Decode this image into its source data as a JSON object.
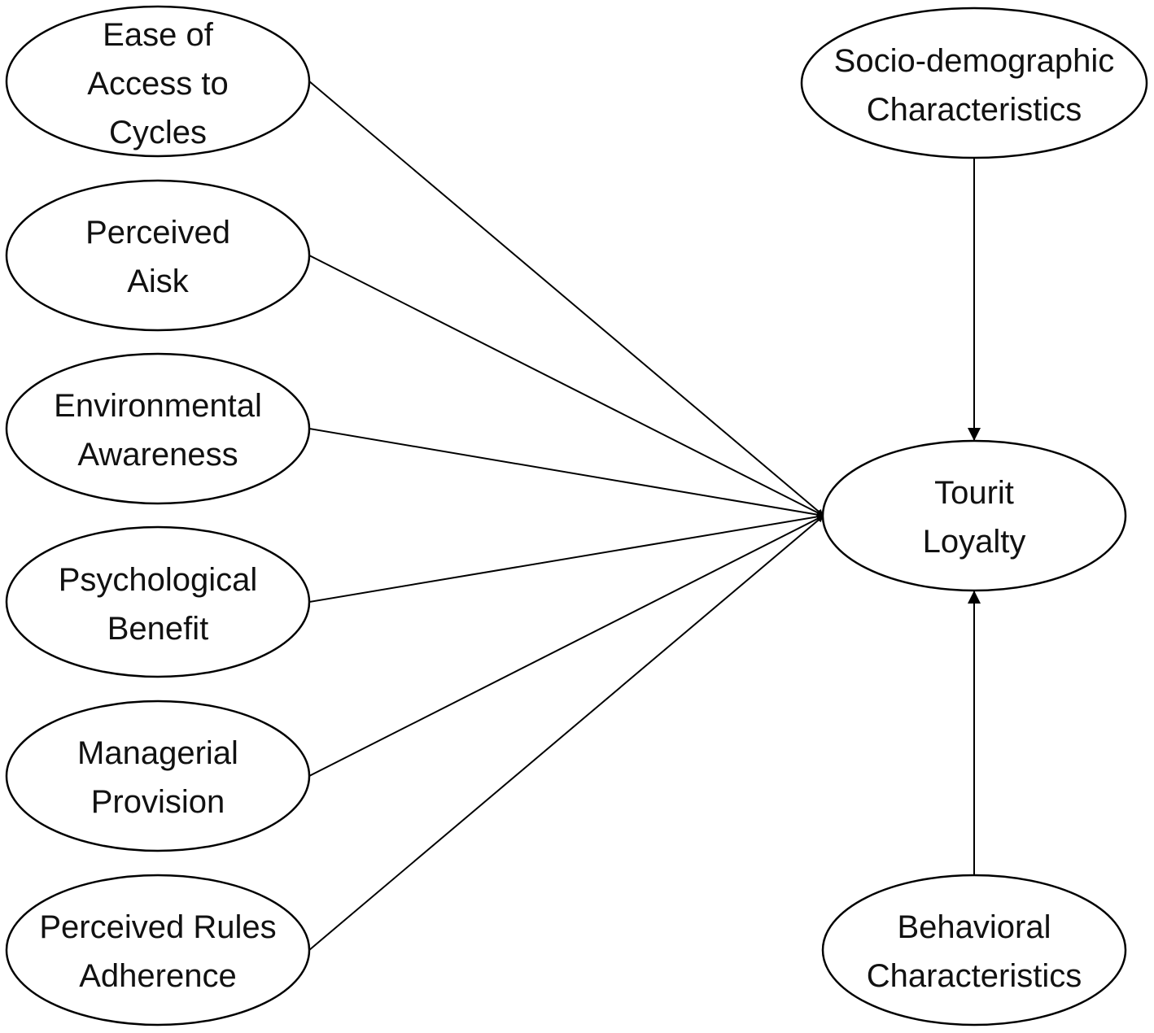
{
  "diagram": {
    "nodes": {
      "ease_of_access": {
        "lines": [
          "Ease of",
          "Access to",
          "Cycles"
        ]
      },
      "perceived_risk": {
        "lines": [
          "Perceived",
          "Aisk"
        ]
      },
      "environmental_awareness": {
        "lines": [
          "Environmental",
          "Awareness"
        ]
      },
      "psychological_benefit": {
        "lines": [
          "Psychological",
          "Benefit"
        ]
      },
      "managerial_provision": {
        "lines": [
          "Managerial",
          "Provision"
        ]
      },
      "perceived_rules_adherence": {
        "lines": [
          "Perceived Rules",
          "Adherence"
        ]
      },
      "socio_demographic": {
        "lines": [
          "Socio-demographic",
          "Characteristics"
        ]
      },
      "tourist_loyalty": {
        "lines": [
          "Tourit",
          "Loyalty"
        ]
      },
      "behavioral": {
        "lines": [
          "Behavioral",
          "Characteristics"
        ]
      }
    },
    "edges": [
      {
        "from": "ease_of_access",
        "to": "tourist_loyalty"
      },
      {
        "from": "perceived_risk",
        "to": "tourist_loyalty"
      },
      {
        "from": "environmental_awareness",
        "to": "tourist_loyalty"
      },
      {
        "from": "psychological_benefit",
        "to": "tourist_loyalty"
      },
      {
        "from": "managerial_provision",
        "to": "tourist_loyalty"
      },
      {
        "from": "perceived_rules_adherence",
        "to": "tourist_loyalty"
      },
      {
        "from": "socio_demographic",
        "to": "tourist_loyalty"
      },
      {
        "from": "behavioral",
        "to": "tourist_loyalty"
      }
    ],
    "colors": {
      "stroke": "#000000",
      "fill": "#ffffff",
      "text": "#111111"
    }
  }
}
